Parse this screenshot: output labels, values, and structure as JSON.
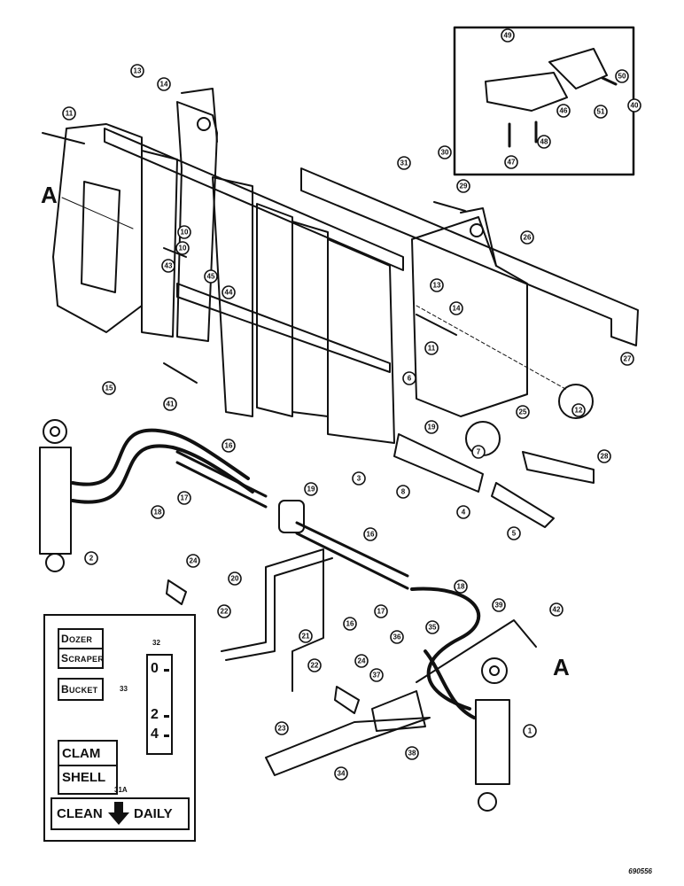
{
  "reference_markers": {
    "a_left": "A",
    "a_right": "A"
  },
  "callouts": [
    "13",
    "14",
    "11",
    "10",
    "45",
    "44",
    "43",
    "41",
    "15",
    "16",
    "17",
    "18",
    "2",
    "19",
    "3",
    "4",
    "5",
    "6",
    "8",
    "7",
    "12",
    "25",
    "26",
    "27",
    "28",
    "29",
    "30",
    "31",
    "11",
    "13",
    "14",
    "19",
    "20",
    "21",
    "22",
    "23",
    "24",
    "24",
    "22",
    "16",
    "17",
    "18",
    "35",
    "36",
    "37",
    "38",
    "34",
    "1",
    "39",
    "42",
    "40",
    "46",
    "48",
    "47",
    "49",
    "50",
    "51",
    "16",
    "10"
  ],
  "legend": {
    "decals": {
      "dozer": {
        "cap": "D",
        "rest": "OZER"
      },
      "scraper": {
        "cap": "S",
        "rest": "CRAPER"
      },
      "bucket": {
        "cap": "B",
        "rest": "UCKET"
      }
    },
    "decal_group_callout": "33",
    "gauge_callout": "32",
    "gauge_marks": [
      "0",
      "2",
      "4"
    ],
    "clam": "CLAM",
    "shell": "SHELL",
    "clean_callout": "31A",
    "clean_left": "CLEAN",
    "clean_right": "DAILY"
  },
  "drawing_number": "690556"
}
